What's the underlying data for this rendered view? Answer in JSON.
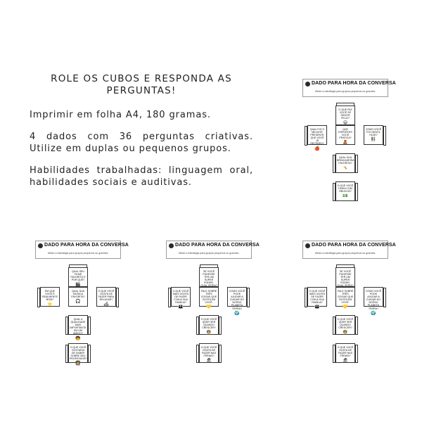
{
  "intro": {
    "title": "ROLE OS CUBOS E RESPONDA AS PERGUNTAS!",
    "paragraphs": [
      "Imprimir em folha A4, 180 gramas.",
      "4 dados com 36 perguntas criativas. Utilize em duplas ou pequenos grupos.",
      "Habilidades trabalhadas: linguagem oral, habilidades sociais e auditivas."
    ]
  },
  "sheets": [
    {
      "title": "DADO PARA HORA DA CONVERSA",
      "subtitle": "Utilize a estratégia para grupos pequenos ou grandes.",
      "faces": {
        "top": {
          "text": "O QUE FAZ VOCÊ SE SENTIR FELIZ?",
          "icon": "smiley-icon",
          "glyph": "😄"
        },
        "left": {
          "text": "QUAL FOI O MELHOR PRESENTE QUE VOCÊ JÁ RECEBEU?",
          "icon": "gift-icon",
          "glyph": "🍎"
        },
        "center": {
          "text": "QUE ESPORTES VOCÊ PRATICA?",
          "icon": "sports-icon",
          "glyph": "🧸"
        },
        "right": {
          "text": "COMO VOCÊ FOI GENTIL HOJE?",
          "icon": "kindness-icon",
          "glyph": "👫"
        },
        "lower": {
          "text": "QUAL SUA BRINCADEIRA FAVORITA?",
          "icon": "play-icon",
          "glyph": "🤸"
        },
        "bottom": {
          "text": "O QUE VOCÊ FARIA COM R$100,00?",
          "icon": "money-icon",
          "glyph": "💵"
        }
      }
    },
    {
      "title": "DADO PARA HORA DA CONVERSA",
      "subtitle": "Utilize a estratégia para grupos pequenos ou grandes.",
      "faces": {
        "top": {
          "text": "QUAL SEU FILME FAVORITO E POR QUÊ?",
          "icon": "film-icon",
          "glyph": "🎬"
        },
        "left": {
          "text": "EM QUE VOCÊ É REALMENTE BOM?",
          "icon": "star-icon",
          "glyph": "⭐"
        },
        "center": {
          "text": "QUAL SUA MÚSICA FAVORITA?",
          "icon": "music-icon",
          "glyph": "🎧"
        },
        "right": {
          "text": "O QUE VOCÊ GOSTA DE FAZER PARA RELAXAR?",
          "icon": "relax-icon",
          "glyph": "🛋"
        },
        "lower": {
          "text": "QUAL A QUALIDADE MAIS IMPORTANTE EM UM AMIGO?",
          "icon": "friend-icon",
          "glyph": "🧒"
        },
        "bottom": {
          "text": "O QUE VOCÊ GOSTARIA DE SABER SOBRE SEU PROFESSOR?",
          "icon": "teacher-icon",
          "glyph": "👩‍🏫"
        }
      }
    },
    {
      "title": "DADO PARA HORA DA CONVERSA",
      "subtitle": "Utilize a estratégia para grupos pequenos ou grandes.",
      "faces": {
        "top": {
          "text": "SE VOCÊ PUDESSE TER UM SUPER PODER, QUAL SERIA?",
          "icon": "hero-icon",
          "glyph": "🦸"
        },
        "left": {
          "text": "O QUE VOCÊ MAIS GOSTA DE FAZER COM A SUA FAMÍLIA?",
          "icon": "family-icon",
          "glyph": "👪"
        },
        "center": {
          "text": "FALE SOBRE TRÊS COISAS QUE GOSTA EM VOCÊ.",
          "icon": "heart-icon",
          "glyph": "💛"
        },
        "right": {
          "text": "COMO VOCÊ PODE AJUDAR A CUIDAR DO NOSSO PLANETA TERRA?",
          "icon": "planet-icon",
          "glyph": "🌍"
        },
        "lower": {
          "text": "O QUE VOCÊ QUER SER QUANDO CRESCER?",
          "icon": "career-icon",
          "glyph": "🧑‍🚀"
        },
        "bottom": {
          "text": "O QUE VOCÊ GOSTA DE FAZER NAS FÉRIAS?",
          "icon": "vacation-icon",
          "glyph": "🏖"
        }
      }
    },
    {
      "title": "DADO PARA HORA DA CONVERSA",
      "subtitle": "Utilize a estratégia para grupos pequenos ou grandes.",
      "faces": {
        "top": {
          "text": "SE VOCÊ PUDESSE TER UM SUPER PODER, QUAL SERIA?",
          "icon": "hero-icon",
          "glyph": "🦸"
        },
        "left": {
          "text": "O QUE VOCÊ MAIS GOSTA DE FAZER COM A SUA FAMÍLIA?",
          "icon": "family-icon",
          "glyph": "👪"
        },
        "center": {
          "text": "FALE SOBRE TRÊS COISAS QUE GOSTA EM VOCÊ.",
          "icon": "heart-icon",
          "glyph": "💛"
        },
        "right": {
          "text": "COMO VOCÊ PODE AJUDAR A CUIDAR DO NOSSO PLANETA TERRA?",
          "icon": "planet-icon",
          "glyph": "🌍"
        },
        "lower": {
          "text": "O QUE VOCÊ QUER SER QUANDO CRESCER?",
          "icon": "career-icon",
          "glyph": "🧑‍🚀"
        },
        "bottom": {
          "text": "O QUE VOCÊ GOSTA DE FAZER NAS FÉRIAS?",
          "icon": "vacation-icon",
          "glyph": "🏖"
        }
      }
    }
  ]
}
